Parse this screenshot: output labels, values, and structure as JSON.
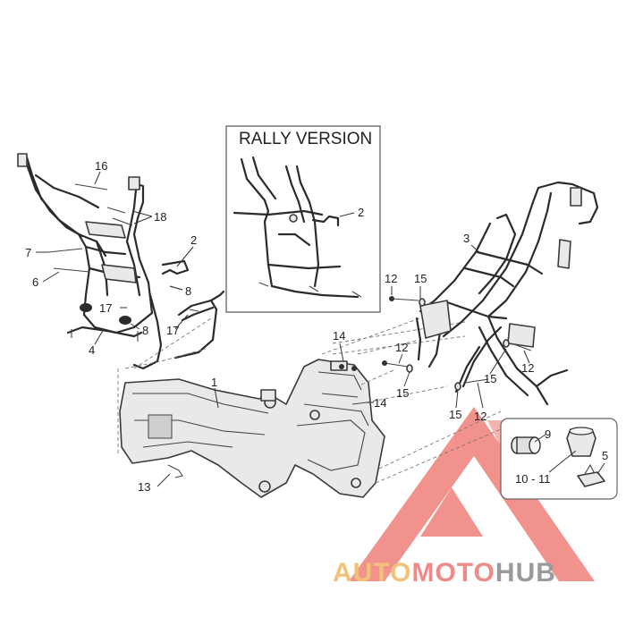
{
  "inset_title": "RALLY VERSION",
  "callouts": {
    "c1": "1",
    "c2a": "2",
    "c2b": "2",
    "c3": "3",
    "c4": "4",
    "c5": "5",
    "c6": "6",
    "c7": "7",
    "c8a": "8",
    "c8b": "8",
    "c9": "9",
    "c10_11": "10 - 11",
    "c12a": "12",
    "c12b": "12",
    "c12c": "12",
    "c12d": "12",
    "c13": "13",
    "c14a": "14",
    "c14b": "14",
    "c15a": "15",
    "c15b": "15",
    "c15c": "15",
    "c15d": "15",
    "c16": "16",
    "c17a": "17",
    "c17b": "17",
    "c18": "18"
  },
  "watermark": {
    "part1": "AUTO",
    "part2": "MOTO",
    "part3": "HUB",
    "color_part1": "#f3c27a",
    "color_part2": "#f08a8a",
    "color_part3": "#9a9a9a",
    "logo_color": "#f0807a"
  }
}
